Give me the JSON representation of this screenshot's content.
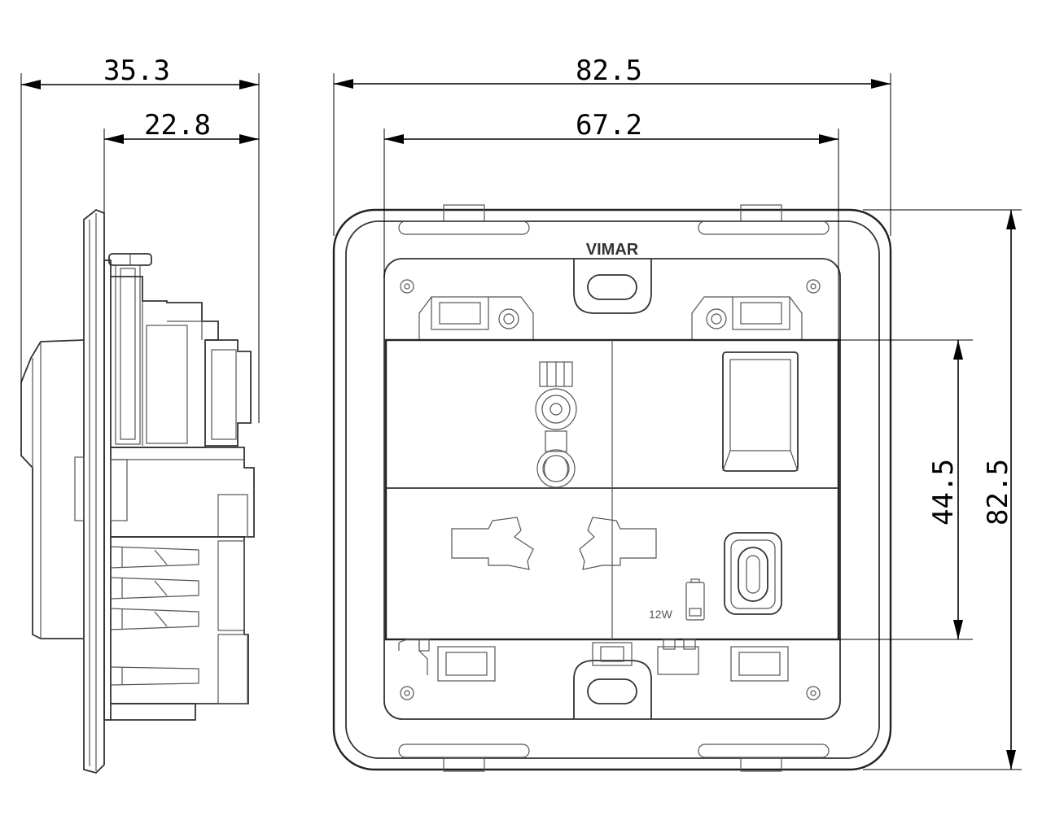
{
  "dimensions": {
    "side_total_depth": "35.3",
    "side_body_depth": "22.8",
    "front_width": "82.5",
    "front_inner_width": "67.2",
    "front_module_height": "44.5",
    "front_height": "82.5"
  },
  "labels": {
    "brand": "VIMAR",
    "usb_power": "12W"
  }
}
